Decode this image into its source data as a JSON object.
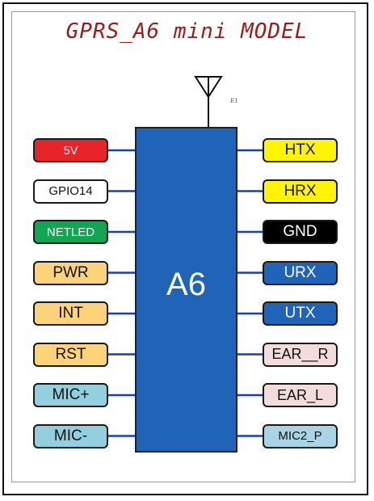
{
  "title": "GPRS_A6 mini MODEL",
  "chip": {
    "label": "A6",
    "color": "#1f64b8"
  },
  "antenna": {
    "label": "E1"
  },
  "left_pins": [
    {
      "label": "5V",
      "bg": "#e8232a",
      "fg": "#ffffff",
      "size": "15px"
    },
    {
      "label": "GPIO14",
      "bg": "#ffffff",
      "fg": "#111111",
      "size": "15px"
    },
    {
      "label": "NETLED",
      "bg": "#12a653",
      "fg": "#ffffff",
      "size": "15px"
    },
    {
      "label": "PWR",
      "bg": "#fdd37a",
      "fg": "#111111",
      "size": "19px"
    },
    {
      "label": "INT",
      "bg": "#fdd37a",
      "fg": "#111111",
      "size": "19px"
    },
    {
      "label": "RST",
      "bg": "#fdd37a",
      "fg": "#111111",
      "size": "19px"
    },
    {
      "label": "MIC+",
      "bg": "#93cfdf",
      "fg": "#111111",
      "size": "19px"
    },
    {
      "label": "MIC-",
      "bg": "#93cfdf",
      "fg": "#111111",
      "size": "19px"
    }
  ],
  "right_pins": [
    {
      "label": "HTX",
      "bg": "#fff500",
      "fg": "#111111",
      "size": "19px"
    },
    {
      "label": "HRX",
      "bg": "#fff500",
      "fg": "#111111",
      "size": "19px"
    },
    {
      "label": "GND",
      "bg": "#000000",
      "fg": "#ffffff",
      "size": "19px"
    },
    {
      "label": "URX",
      "bg": "#1f64b8",
      "fg": "#ffffff",
      "size": "19px"
    },
    {
      "label": "UTX",
      "bg": "#1f64b8",
      "fg": "#ffffff",
      "size": "19px"
    },
    {
      "label": "EAR__R",
      "bg": "#f3dcdc",
      "fg": "#111111",
      "size": "18px"
    },
    {
      "label": "EAR_L",
      "bg": "#f3dcdc",
      "fg": "#111111",
      "size": "18px"
    },
    {
      "label": "MIC2_P",
      "bg": "#a8d4e6",
      "fg": "#111111",
      "size": "15px"
    }
  ]
}
